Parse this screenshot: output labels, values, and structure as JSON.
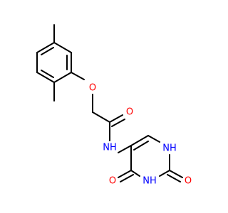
{
  "molecule": {
    "atoms": [
      {
        "id": "o_ether",
        "label": "O",
        "color": "#ff0000"
      },
      {
        "id": "o_amide",
        "label": "O",
        "color": "#ff0000"
      },
      {
        "id": "n_amide",
        "label": "NH",
        "color": "#0000ff"
      },
      {
        "id": "n1",
        "label": "NH",
        "color": "#0000ff"
      },
      {
        "id": "n3",
        "label": "NH",
        "color": "#0000ff"
      },
      {
        "id": "o2",
        "label": "O",
        "color": "#ff0000"
      },
      {
        "id": "o4",
        "label": "O",
        "color": "#ff0000"
      }
    ],
    "colors": {
      "carbon": "#000000",
      "oxygen": "#ff0000",
      "nitrogen": "#0000ff",
      "background": "#ffffff"
    }
  }
}
